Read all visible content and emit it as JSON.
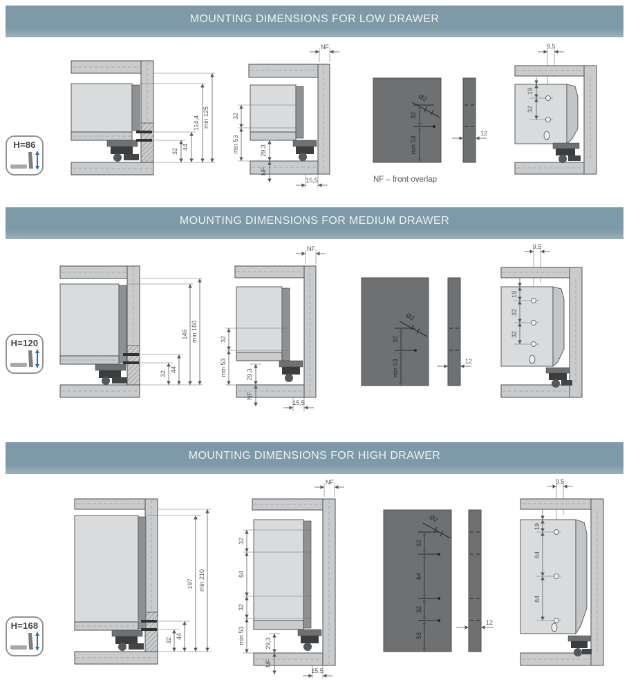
{
  "colors": {
    "header_bg": "#7e99a8",
    "header_text": "#eef2f4",
    "cabinet_panel": "#c9cbcd",
    "drawer_body": "#d9dbdc",
    "front_panel_dark": "#6e7072",
    "dimension_line": "#55585a",
    "badge_arrow_blue": "#2f6db5"
  },
  "sections": [
    {
      "title": "MOUNTING DIMENSIONS FOR LOW DRAWER",
      "badge_label": "H=86",
      "cross_section": {
        "d32": "32",
        "d44": "44",
        "height": "114,4",
        "min_height": "min 125"
      },
      "front_mount": {
        "nf_top": "NF",
        "rail_dims": [
          "32"
        ],
        "min53": "min 53",
        "d293": "29,3",
        "nf_bottom": "NF",
        "d155": "15,5"
      },
      "front_panel": {
        "drill": "Ø2",
        "hole_dims": [
          "32"
        ],
        "bottom_dim": "min 53",
        "thickness": "12"
      },
      "note": "NF –  front overlap",
      "inner_side": {
        "d95": "9,5",
        "d19": "19",
        "hole_dims": [
          "32"
        ]
      }
    },
    {
      "title": "MOUNTING DIMENSIONS FOR MEDIUM DRAWER",
      "badge_label": "H=120",
      "cross_section": {
        "d32": "32",
        "d44": "44",
        "height": "146",
        "min_height": "min 160"
      },
      "front_mount": {
        "nf_top": "NF",
        "rail_dims": [
          "32"
        ],
        "min53": "min 53",
        "d293": "29,3",
        "nf_bottom": "NF",
        "d155": "15,5"
      },
      "front_panel": {
        "drill": "Ø2",
        "hole_dims": [
          "32"
        ],
        "bottom_dim": "min 53",
        "thickness": "12"
      },
      "inner_side": {
        "d95": "9,5",
        "d19": "19",
        "hole_dims": [
          "32",
          "32"
        ]
      }
    },
    {
      "title": "MOUNTING DIMENSIONS FOR HIGH DRAWER",
      "badge_label": "H=168",
      "cross_section": {
        "d32": "32",
        "d44": "44",
        "height": "197",
        "min_height": "min 210"
      },
      "front_mount": {
        "nf_top": "NF",
        "rail_dims": [
          "32",
          "64",
          "32"
        ],
        "min53": "min 53",
        "d293": "29,3",
        "nf_bottom": "NF",
        "d155": "15,5"
      },
      "front_panel": {
        "drill": "Ø2",
        "hole_dims": [
          "32",
          "64",
          "32"
        ],
        "bottom_dim": "53",
        "thickness": "12"
      },
      "inner_side": {
        "d95": "9,5",
        "d19": "19",
        "hole_dims": [
          "64",
          "64"
        ]
      }
    }
  ]
}
